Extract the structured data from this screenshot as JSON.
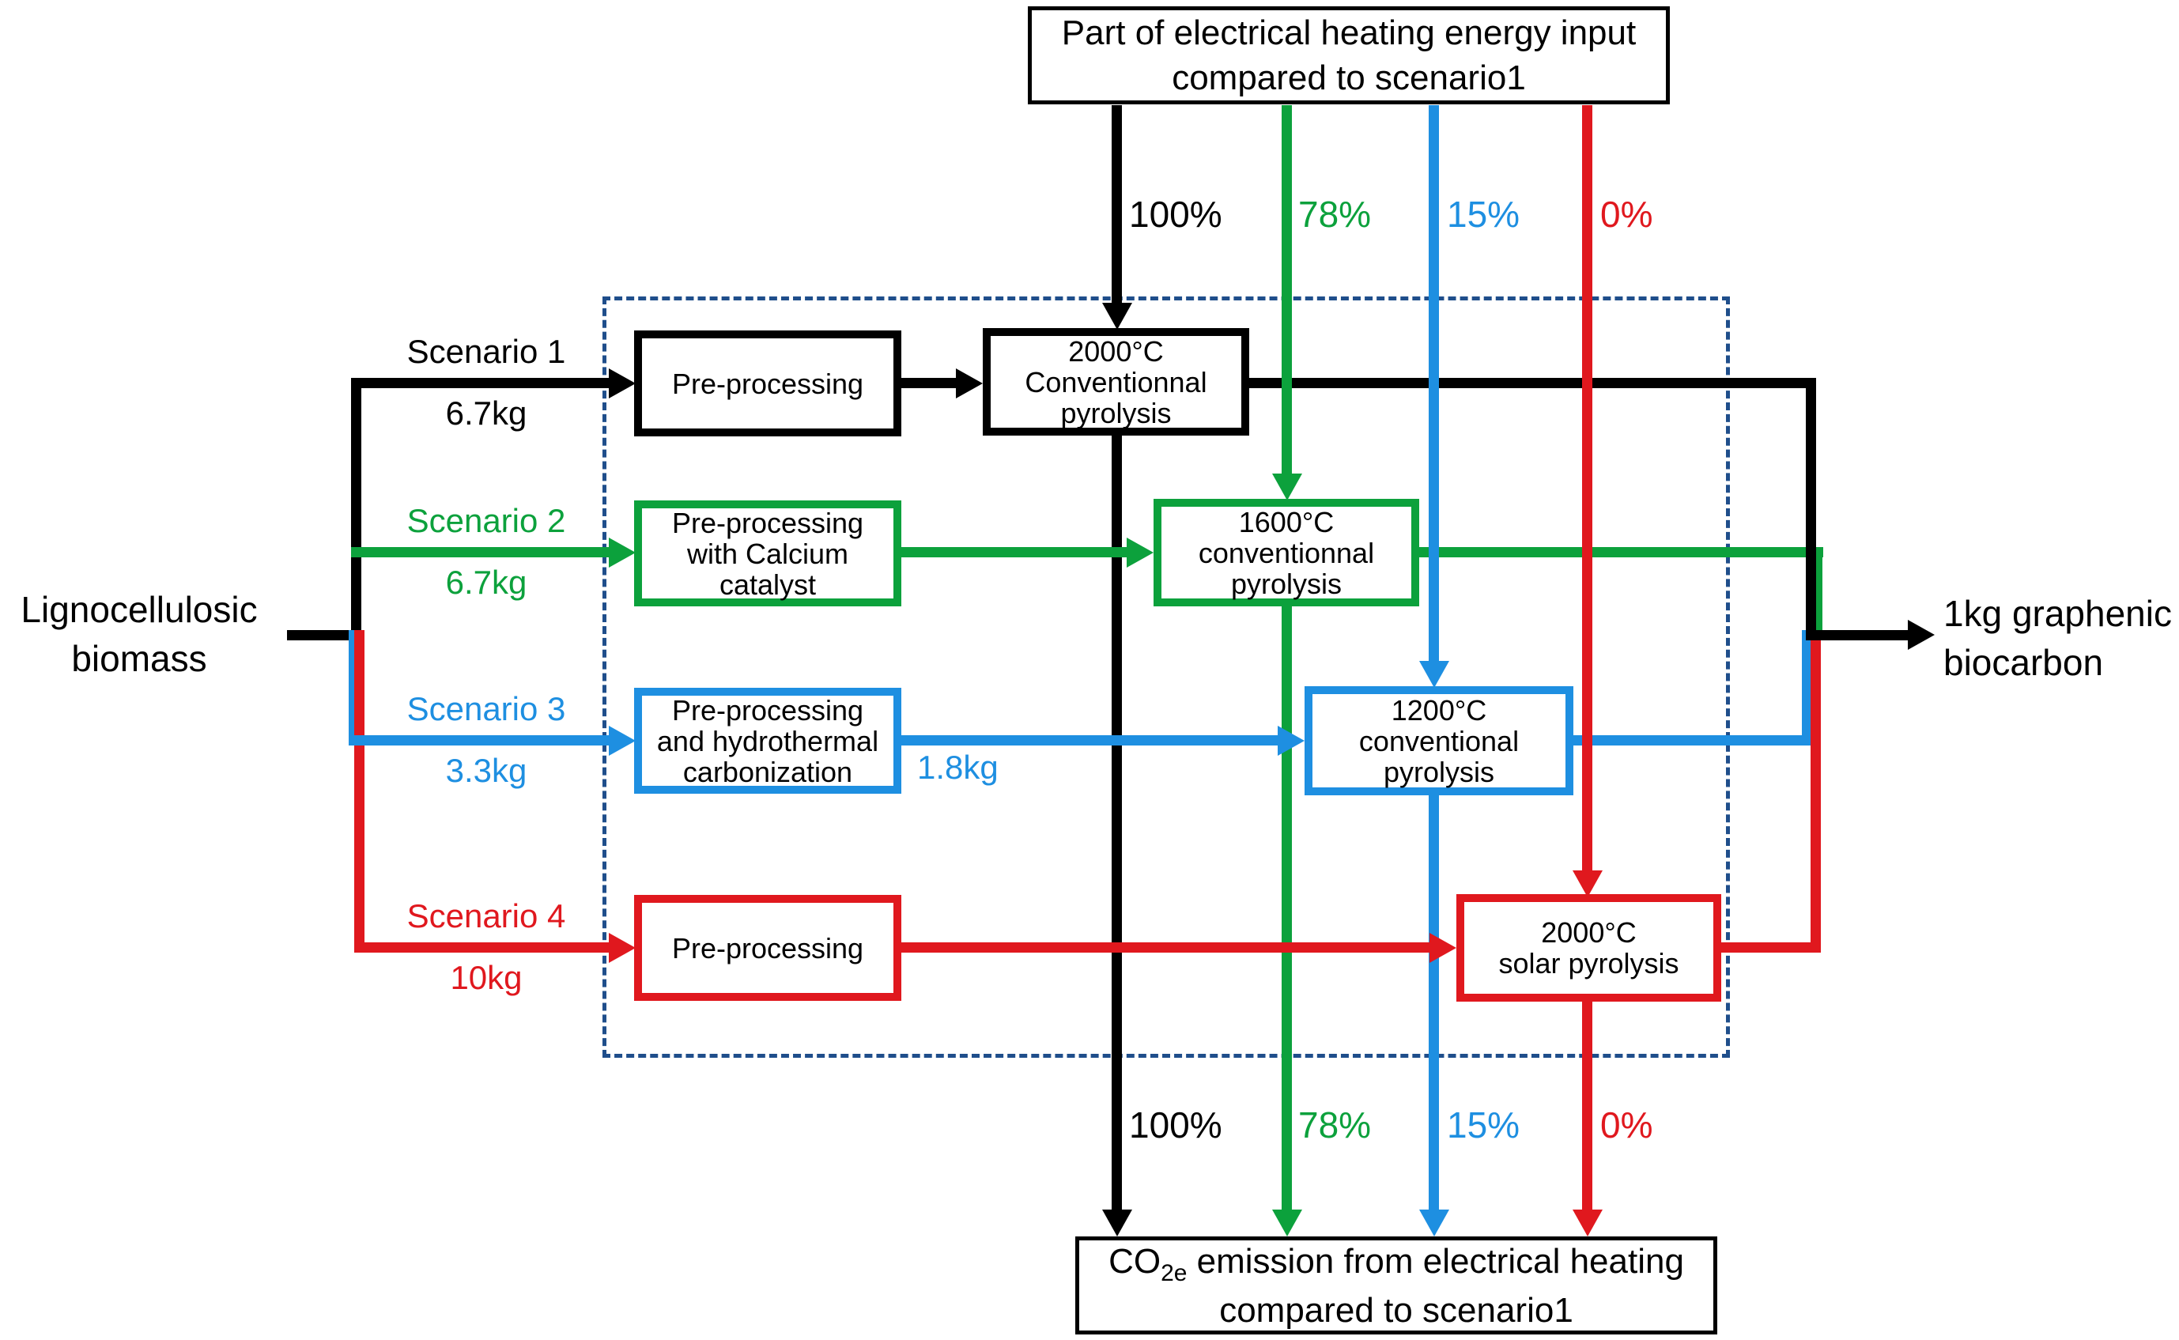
{
  "palette": {
    "black": "#000000",
    "green": "#0ca13c",
    "blue": "#1e8fe1",
    "red": "#e0181e",
    "dashed_border_blue": "#1f4e8b",
    "background": "#ffffff"
  },
  "source_label": {
    "line1": "Lignocellulosic",
    "line2": "biomass"
  },
  "product_label": {
    "line1": "1kg graphenic",
    "line2": "biocarbon"
  },
  "top_box": {
    "line1": "Part of electrical heating energy input",
    "line2": "compared to scenario1"
  },
  "bottom_box": {
    "co": "CO",
    "sub": "2e",
    "line1_rest": " emission from electrical heating",
    "line2": "compared to scenario1"
  },
  "scenarios": [
    {
      "name": "Scenario 1",
      "input_mass": "6.7kg",
      "color": "black",
      "energy_share": "100%",
      "pre_lines": [
        "Pre-processing"
      ],
      "pyro_lines": [
        "2000°C",
        "Conventionnal",
        "pyrolysis"
      ]
    },
    {
      "name": "Scenario 2",
      "input_mass": "6.7kg",
      "color": "green",
      "energy_share": "78%",
      "pre_lines": [
        "Pre-processing",
        "with Calcium",
        "catalyst"
      ],
      "pyro_lines": [
        "1600°C",
        "conventionnal",
        "pyrolysis"
      ]
    },
    {
      "name": "Scenario 3",
      "input_mass": "3.3kg",
      "color": "blue",
      "energy_share": "15%",
      "intermediate_mass": "1.8kg",
      "pre_lines": [
        "Pre-processing",
        "and hydrothermal",
        "carbonization"
      ],
      "pyro_lines": [
        "1200°C",
        "conventional",
        "pyrolysis"
      ]
    },
    {
      "name": "Scenario 4",
      "input_mass": "10kg",
      "color": "red",
      "energy_share": "0%",
      "pre_lines": [
        "Pre-processing"
      ],
      "pyro_lines": [
        "2000°C",
        "solar pyrolysis"
      ]
    }
  ]
}
